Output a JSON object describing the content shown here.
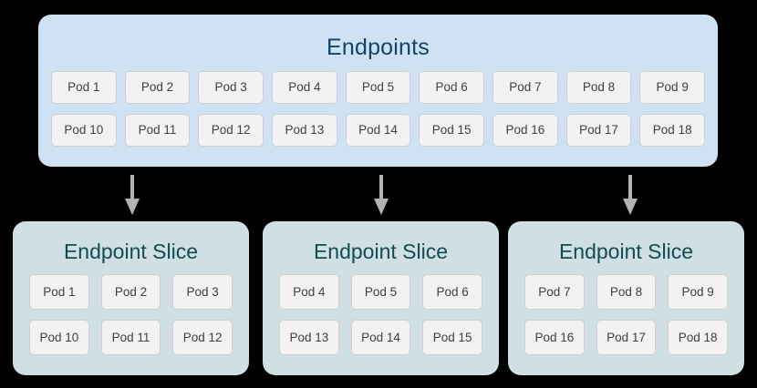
{
  "colors": {
    "background": "#000000",
    "endpoints_panel_bg": "#cfe2f3",
    "endpoints_title": "#12436b",
    "slice_panel_bg": "#d0dfe3",
    "slice_title": "#134b52",
    "chip_bg": "#f2f2f2",
    "chip_border": "#cfcfcf",
    "chip_text": "#404040",
    "arrow": "#b3b3b3"
  },
  "endpoints": {
    "title": "Endpoints",
    "rows": [
      [
        "Pod 1",
        "Pod 2",
        "Pod 3",
        "Pod 4",
        "Pod 5",
        "Pod 6",
        "Pod 7",
        "Pod 8",
        "Pod 9"
      ],
      [
        "Pod 10",
        "Pod 11",
        "Pod 12",
        "Pod 13",
        "Pod 14",
        "Pod 15",
        "Pod 16",
        "Pod 17",
        "Pod 18"
      ]
    ]
  },
  "arrows": [
    {
      "name": "arrow-to-slice-1"
    },
    {
      "name": "arrow-to-slice-2"
    },
    {
      "name": "arrow-to-slice-3"
    }
  ],
  "slices": [
    {
      "title": "Endpoint Slice",
      "rows": [
        [
          "Pod 1",
          "Pod 2",
          "Pod 3"
        ],
        [
          "Pod 10",
          "Pod 11",
          "Pod 12"
        ]
      ]
    },
    {
      "title": "Endpoint Slice",
      "rows": [
        [
          "Pod 4",
          "Pod 5",
          "Pod 6"
        ],
        [
          "Pod 13",
          "Pod 14",
          "Pod 15"
        ]
      ]
    },
    {
      "title": "Endpoint Slice",
      "rows": [
        [
          "Pod 7",
          "Pod 8",
          "Pod 9"
        ],
        [
          "Pod 16",
          "Pod 17",
          "Pod 18"
        ]
      ]
    }
  ]
}
